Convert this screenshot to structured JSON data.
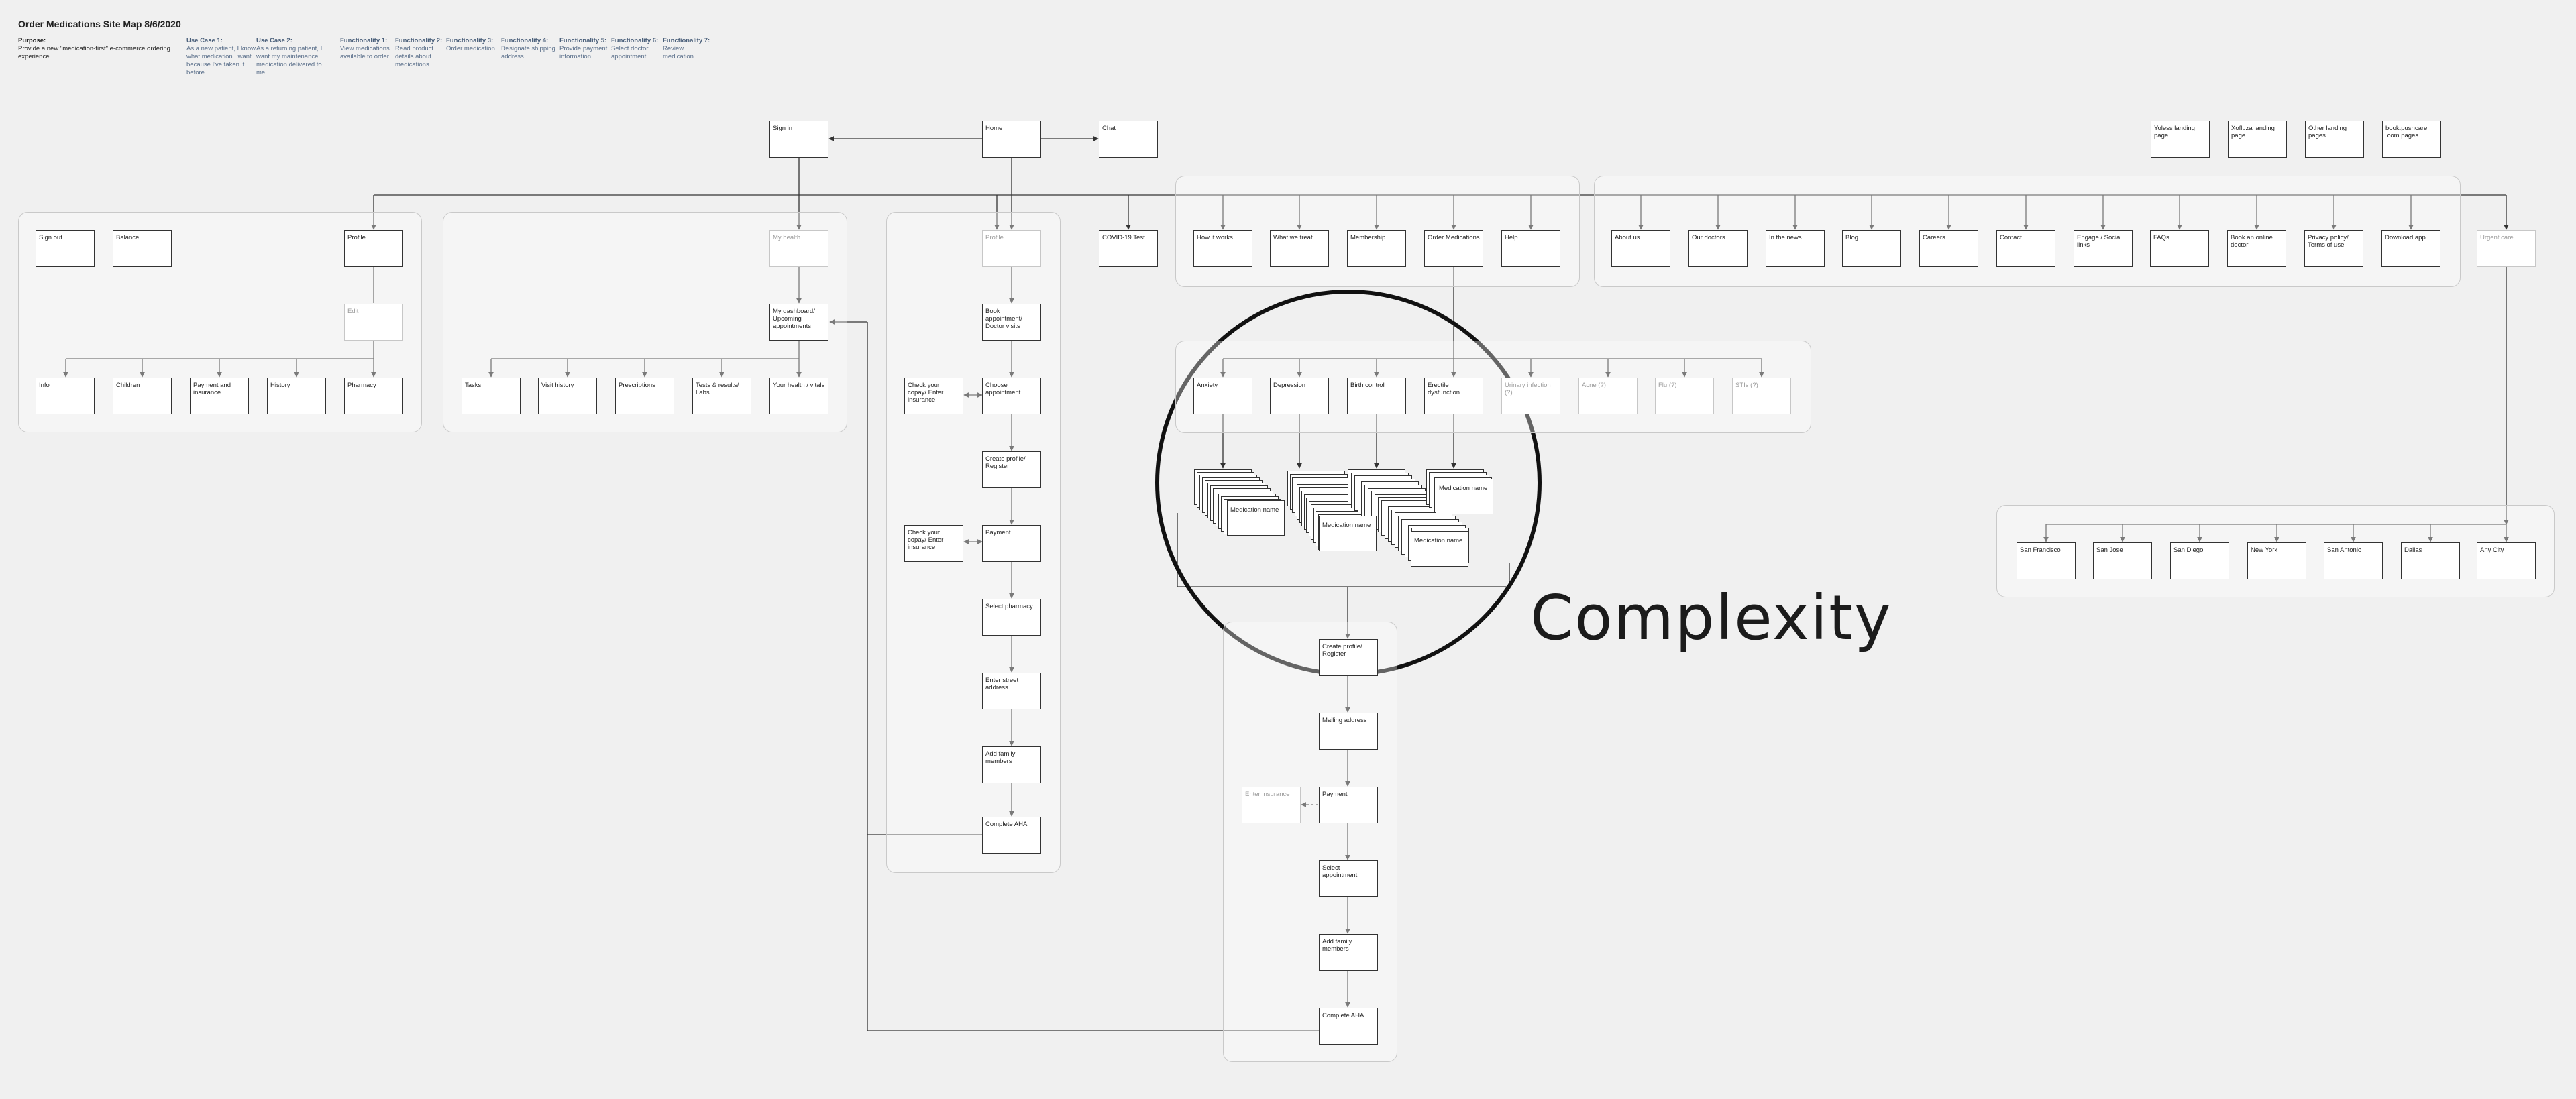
{
  "title": "Order Medications Site Map 8/6/2020",
  "purpose": {
    "label": "Purpose:",
    "text": "Provide a new \"medication-first\" e-commerce ordering experience."
  },
  "headers": [
    {
      "label": "Use Case 1:",
      "text": "As a new patient, I know what medication I want because I've taken it before"
    },
    {
      "label": "Use Case 2:",
      "text": "As a returning patient, I want my maintenance medication delivered to me."
    },
    {
      "label": "Functionality 1:",
      "text": "View medications available to order."
    },
    {
      "label": "Functionality 2:",
      "text": "Read product details about medications"
    },
    {
      "label": "Functionality 3:",
      "text": "Order medication"
    },
    {
      "label": "Functionality 4:",
      "text": "Designate shipping address"
    },
    {
      "label": "Functionality 5:",
      "text": "Provide payment information"
    },
    {
      "label": "Functionality 6:",
      "text": "Select doctor appointment"
    },
    {
      "label": "Functionality 7:",
      "text": "Review medication"
    }
  ],
  "nodes": {
    "signin": "Sign in",
    "home": "Home",
    "chat": "Chat",
    "yolesslp": "Yoless landing page",
    "xofluzalp": "Xofluza landing page",
    "otherlp": "Other landing pages",
    "bookpushcare": "book.pushcare .com pages",
    "signout": "Sign out",
    "balance": "Balance",
    "profile1": "Profile",
    "edit": "Edit",
    "info": "Info",
    "children": "Children",
    "payins": "Payment and insurance",
    "history": "History",
    "pharmacy": "Pharmacy",
    "myhealth": "My health",
    "dashboard": "My dashboard/ Upcoming appointments",
    "tasks": "Tasks",
    "visithistory": "Visit history",
    "prescriptions": "Prescriptions",
    "tests": "Tests & results/ Labs",
    "yourhealth": "Your health / vitals",
    "profile2": "Profile",
    "bookappt": "Book appointment/ Doctor visits",
    "choose": "Choose appointment",
    "checkcopay1": "Check your copay/ Enter insurance",
    "createprof1": "Create profile/ Register",
    "payment1": "Payment",
    "checkcopay2": "Check your copay/ Enter insurance",
    "selpharm": "Select pharmacy",
    "street": "Enter street address",
    "family1": "Add family members",
    "complete1": "Complete AHA",
    "covid": "COVID-19 Test",
    "howworks": "How it works",
    "whatwetreat": "What we treat",
    "membership": "Membership",
    "ordermeds": "Order Medications",
    "help": "Help",
    "about": "About us",
    "doctors": "Our doctors",
    "news": "In the news",
    "blog": "Blog",
    "careers": "Careers",
    "contact": "Contact",
    "engage": "Engage / Social links",
    "faqs": "FAQs",
    "bookdoc": "Book an online doctor",
    "privacy": "Privacy policy/ Terms of use",
    "download": "Download app",
    "urgentcare": "Urgent care",
    "anxiety": "Anxiety",
    "depression": "Depression",
    "birthcontrol": "Birth control",
    "ed": "Erectile dysfunction",
    "urinary": "Urinary infection (?)",
    "acne": "Acne (?)",
    "flu": "Flu (?)",
    "stis": "STIs (?)",
    "medname1": "Medication name",
    "medname2": "Medication name",
    "medname3": "Medication name",
    "medname4": "Medication name",
    "createprof2": "Create profile/ Register",
    "mailing": "Mailing address",
    "enterins": "Enter insurance",
    "payment2": "Payment",
    "selappt": "Select appointment",
    "family2": "Add family members",
    "complete2": "Complete AHA",
    "sf": "San Francisco",
    "sanjose": "San Jose",
    "sandiego": "San Diego",
    "ny": "New York",
    "sanantonio": "San Antonio",
    "dallas": "Dallas",
    "anycity": "Any City"
  },
  "annotation": "Complexity"
}
